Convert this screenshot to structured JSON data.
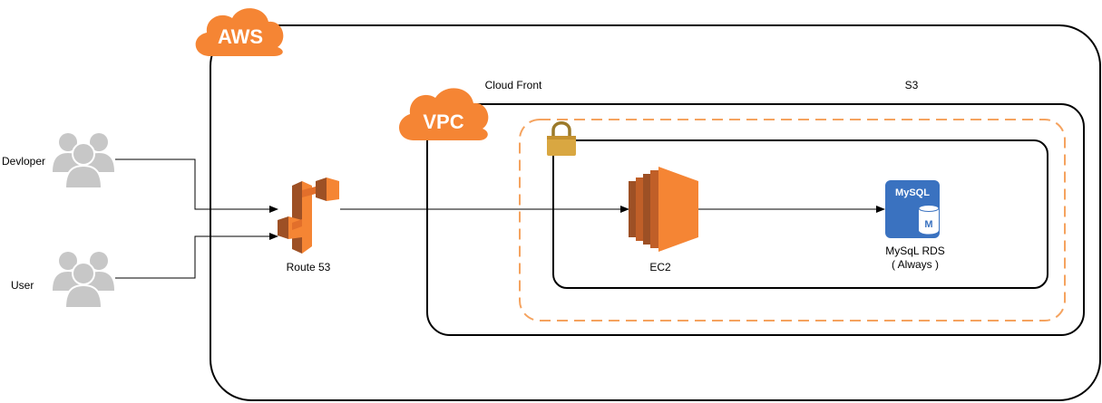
{
  "actors": {
    "developer": {
      "label": "Devloper"
    },
    "user": {
      "label": "User"
    }
  },
  "groups": {
    "aws": {
      "badge": "AWS"
    },
    "vpc": {
      "badge": "VPC"
    },
    "cloudfront": {
      "label": "Cloud Front"
    },
    "s3": {
      "label": "S3"
    }
  },
  "services": {
    "route53": {
      "label": "Route 53"
    },
    "ec2": {
      "label": "EC2"
    },
    "rds": {
      "badge": "MySQL",
      "badge_letter": "M",
      "label_line1": "MySqL RDS",
      "label_line2": "( Always )"
    }
  },
  "colors": {
    "aws_orange": "#f58534",
    "aws_orange_dark": "#9d5025",
    "lock_gold": "#d9a741",
    "mysql_blue": "#3a72c0",
    "user_gray": "#c7c7c7",
    "dashed_orange": "#f5a35f"
  }
}
